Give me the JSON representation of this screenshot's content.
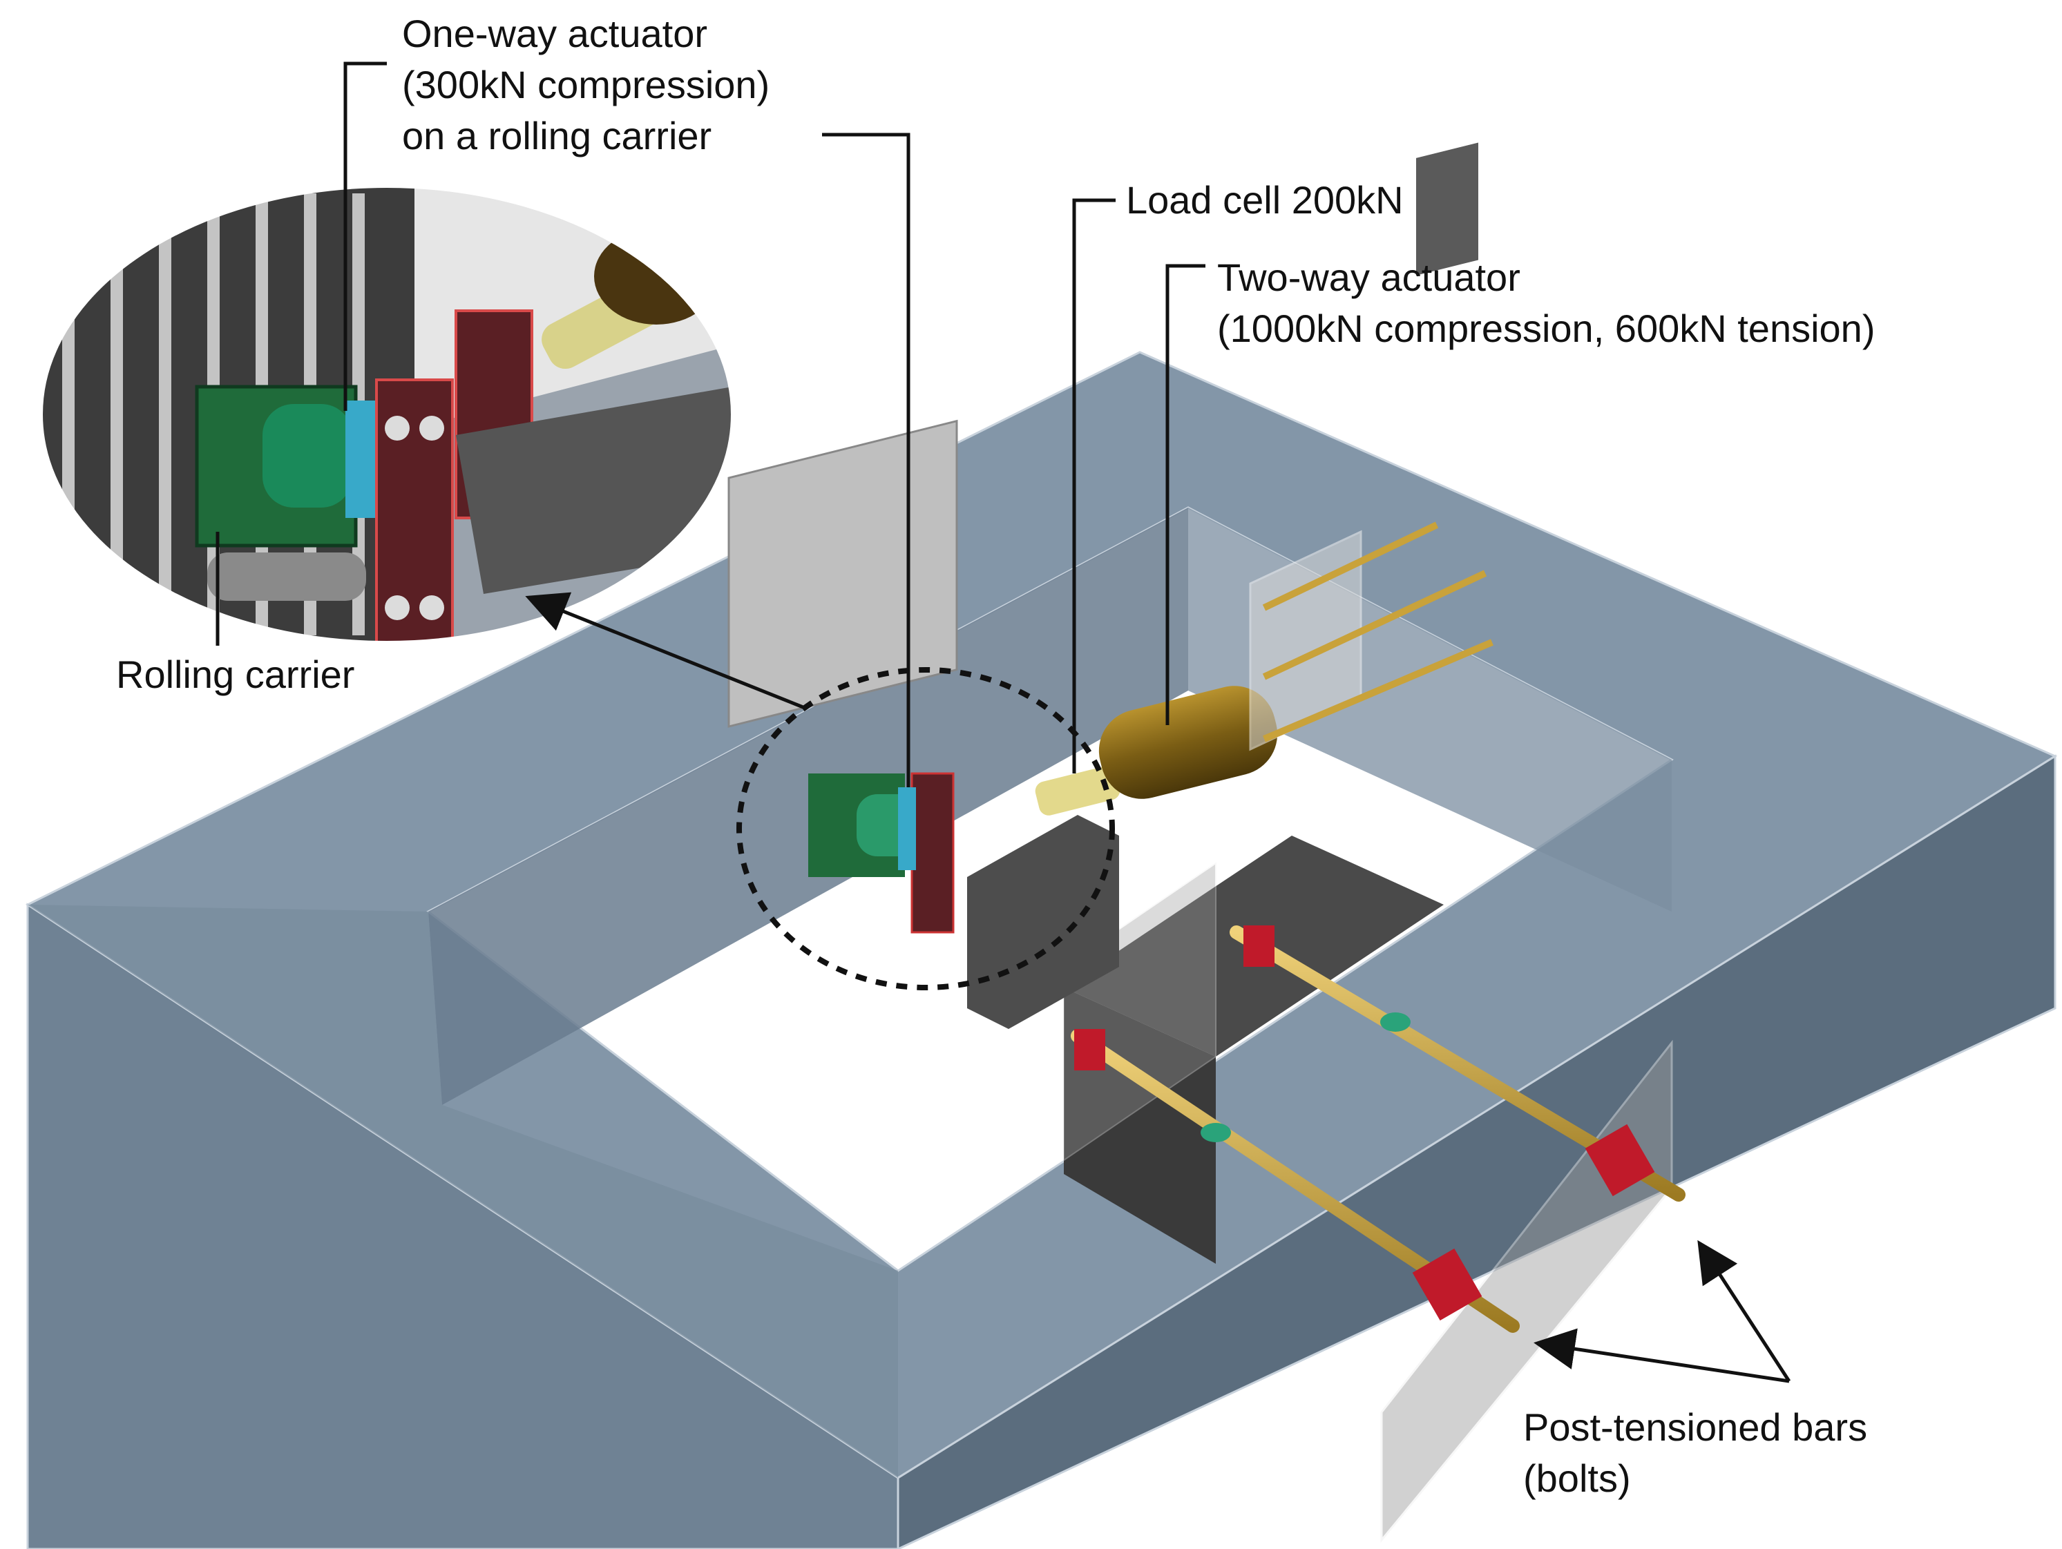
{
  "labels": {
    "one_way_actuator": [
      "One-way actuator",
      "(300kN compression)",
      "on a rolling carrier"
    ],
    "load_cell": "Load cell 200kN",
    "two_way_actuator": [
      "Two-way actuator",
      "(1000kN compression, 600kN tension)"
    ],
    "rolling_carrier": "Rolling carrier",
    "post_tensioned_bars": [
      "Post-tensioned bars",
      "(bolts)"
    ]
  },
  "colors": {
    "frame": "#6f8294",
    "frame_top": "#8396a8",
    "frame_side": "#5b6d7e",
    "actuator_gold": "#8a6d1c",
    "bars_gold": "#c9a23a",
    "carrier_green": "#1f6b3a",
    "plate_red": "#c01a2a",
    "plate_dark": "#5a1f24",
    "label_text": "#111111",
    "leader_line": "#111111"
  }
}
